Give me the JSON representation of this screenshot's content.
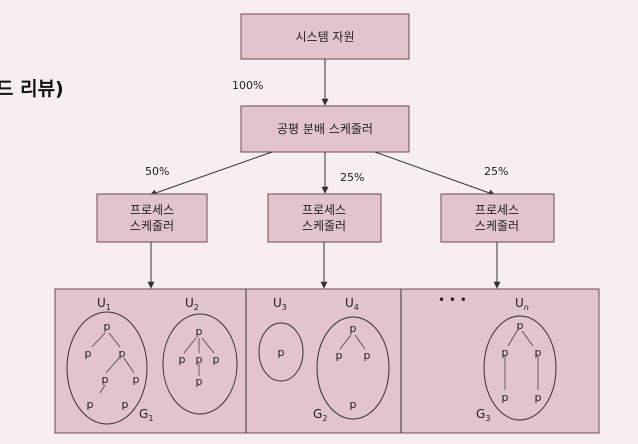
{
  "heading_fragment": "드 리뷰)",
  "top_box": "시스템 자원",
  "top_percent": "100%",
  "fair_share_box": "공평 분배 스케줄러",
  "branch_percents": [
    "50%",
    "25%",
    "25%"
  ],
  "process_scheduler": [
    "프로세스",
    "스케줄러"
  ],
  "groups": [
    {
      "label": "G",
      "sub": "1",
      "users": [
        {
          "label": "U",
          "sub": "1"
        },
        {
          "label": "U",
          "sub": "2"
        }
      ]
    },
    {
      "label": "G",
      "sub": "2",
      "users": [
        {
          "label": "U",
          "sub": "3"
        },
        {
          "label": "U",
          "sub": "4"
        }
      ]
    },
    {
      "label": "G",
      "sub": "3",
      "users": [
        {
          "label": "U",
          "sub": "n"
        }
      ]
    }
  ],
  "ellipsis": "• • •",
  "process_node_label": "p"
}
